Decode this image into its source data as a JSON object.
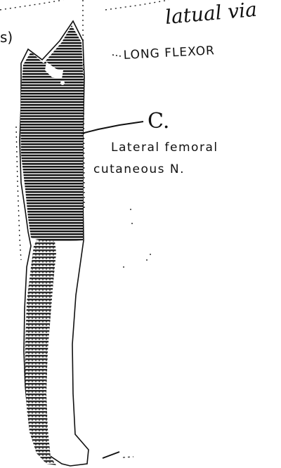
{
  "labels": {
    "corner_fragment": "s)",
    "view_note": "latual via",
    "muscle_note": "LONG FLEXOR",
    "region_letter": "C.",
    "nerve_line1": "Lateral femoral",
    "nerve_line2": "cutaneous N."
  },
  "colors": {
    "ink": "#111111",
    "shade": "#1a1a1a",
    "paper": "#ffffff"
  }
}
